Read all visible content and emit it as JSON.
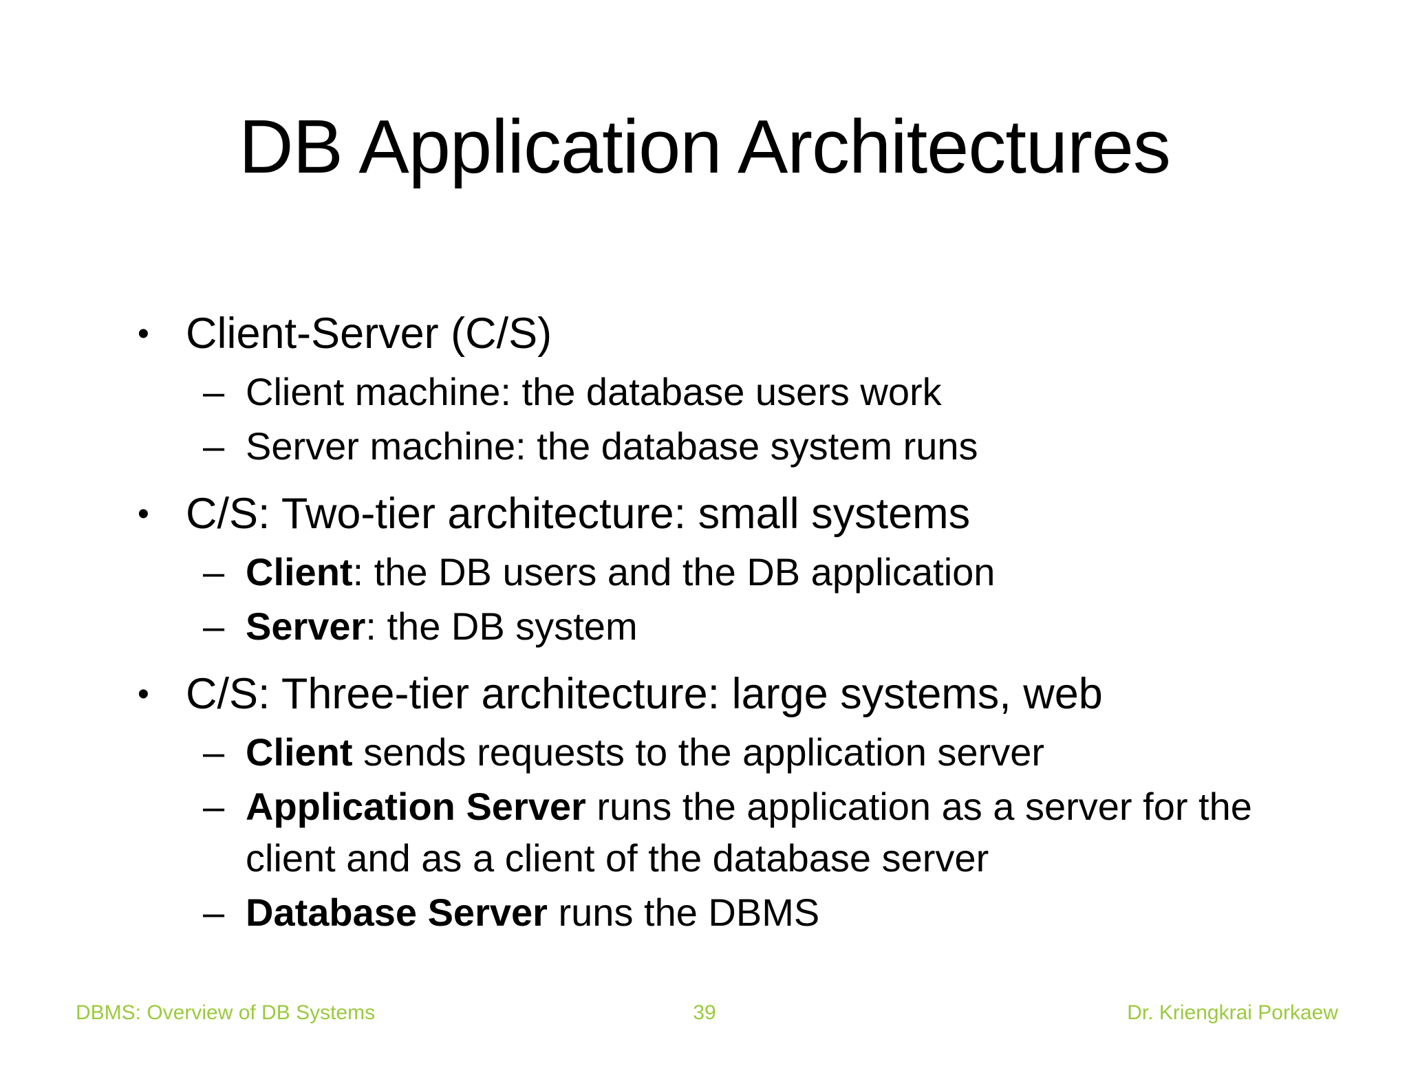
{
  "slide": {
    "title": "DB Application Architectures",
    "bullet_char": "•",
    "dash_char": "–",
    "bullets": [
      {
        "text": "Client-Server (C/S)",
        "subs": [
          {
            "bold": "",
            "text": "Client machine: the database users work"
          },
          {
            "bold": "",
            "text": "Server machine: the database system runs"
          }
        ]
      },
      {
        "text": "C/S: Two-tier architecture: small systems",
        "subs": [
          {
            "bold": "Client",
            "text": ": the DB users and the DB application"
          },
          {
            "bold": "Server",
            "text": ": the DB system"
          }
        ]
      },
      {
        "text": "C/S: Three-tier architecture: large systems, web",
        "subs": [
          {
            "bold": "Client",
            "text": " sends requests to the application server"
          },
          {
            "bold": "Application Server",
            "text": " runs the application as a server for the client and as a client of the database server"
          },
          {
            "bold": "Database Server",
            "text": " runs the DBMS"
          }
        ]
      }
    ]
  },
  "footer": {
    "left": "DBMS: Overview of DB Systems",
    "page": "39",
    "right": "Dr. Kriengkrai Porkaew",
    "color": "#9aca3c"
  }
}
